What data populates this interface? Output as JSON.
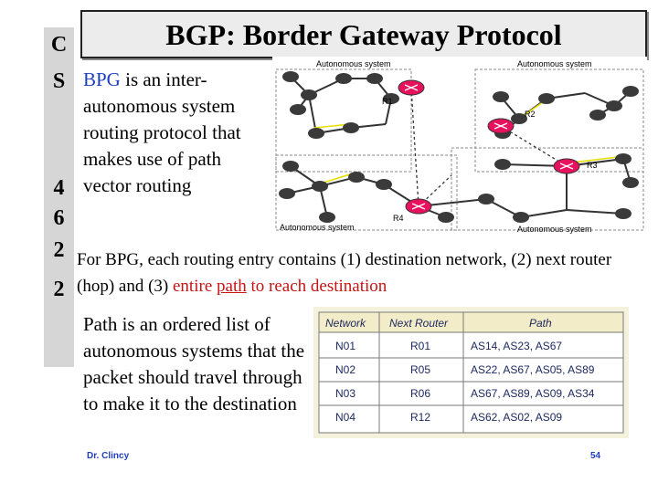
{
  "sidebar": {
    "chars": [
      "C",
      "S",
      "4",
      "6",
      "2",
      "2"
    ]
  },
  "title": "BGP: Border Gateway Protocol",
  "para1": {
    "term": "BPG",
    "rest": " is an inter-autonomous system routing protocol that makes use of path vector routing"
  },
  "para2": {
    "part1": "For BPG, each routing entry contains (1) destination network, (2) next router (hop) and (3) ",
    "red1": "entire ",
    "red_underlined": "path",
    "red2": " to reach destination"
  },
  "para3": "Path is an ordered list of autonomous systems that the packet should travel through to make it to the destination",
  "figure": {
    "labels": [
      "Autonomous system",
      "Autonomous system",
      "Autonomous system",
      "Autonomous system"
    ],
    "routers": [
      "R1",
      "R2",
      "R3",
      "R4"
    ]
  },
  "routing_table": {
    "headers": [
      "Network",
      "Next Router",
      "Path"
    ],
    "rows": [
      [
        "N01",
        "R01",
        "AS14, AS23, AS67"
      ],
      [
        "N02",
        "R05",
        "AS22, AS67, AS05, AS89"
      ],
      [
        "N03",
        "R06",
        "AS67, AS89, AS09, AS34"
      ],
      [
        "N04",
        "R12",
        "AS62, AS02, AS09"
      ]
    ]
  },
  "footer": {
    "author": "Dr. Clincy",
    "page": "54"
  },
  "colors": {
    "node": "#3a3a3a",
    "router": "#e8115e",
    "link_accent": "#e8e000",
    "term_blue": "#1f3fbf",
    "highlight_red": "#c81414"
  }
}
